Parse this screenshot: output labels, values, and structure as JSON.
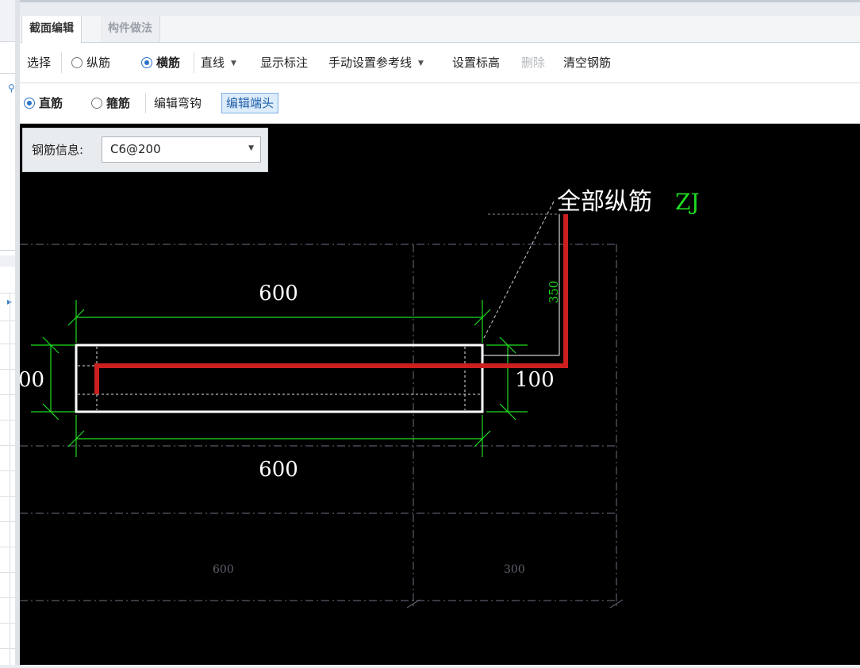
{
  "tabs": {
    "section_edit": "截面编辑",
    "component_practice": "构件做法"
  },
  "toolbar1": {
    "select": "选择",
    "longitudinal": "纵筋",
    "transverse": "横筋",
    "line_mode": "直线",
    "show_annotation": "显示标注",
    "manual_reference": "手动设置参考线",
    "set_elevation": "设置标高",
    "delete": "删除",
    "clear_rebar": "清空钢筋"
  },
  "toolbar2": {
    "straight": "直筋",
    "stirrup": "箍筋",
    "edit_hook": "编辑弯钩",
    "edit_end": "编辑端头"
  },
  "rebar_info": {
    "label": "钢筋信息:",
    "value": "C6@200"
  },
  "drawing": {
    "dim_top": "600",
    "dim_bottom": "600",
    "dim_left": "00",
    "dim_right": "100",
    "dim_vertical": "350",
    "label_all": "全部纵筋",
    "label_code": "ZJ",
    "grid_600": "600",
    "grid_300": "300"
  },
  "colors": {
    "rebar": "#cc1f1f",
    "dimension": "#1fdc1f",
    "outline": "#ffffff",
    "grid": "#6e7080",
    "accent": "#2a73c9"
  }
}
